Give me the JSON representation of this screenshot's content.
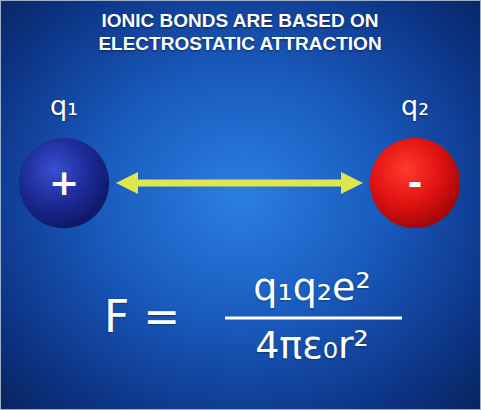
{
  "diagram": {
    "title": "IONIC BONDS ARE BASED ON ELECTROSTATIC ATTRACTION",
    "nodes": [
      {
        "text": [
          "q₁",
          "+"
        ]
      },
      {
        "text": [
          "q₂",
          "-"
        ]
      }
    ],
    "edges": [
      {
        "from": 0,
        "to": 1,
        "arrow": "both"
      }
    ],
    "labels": [
      "F =",
      "q₁q₂e²",
      "4πε₀r²"
    ]
  }
}
